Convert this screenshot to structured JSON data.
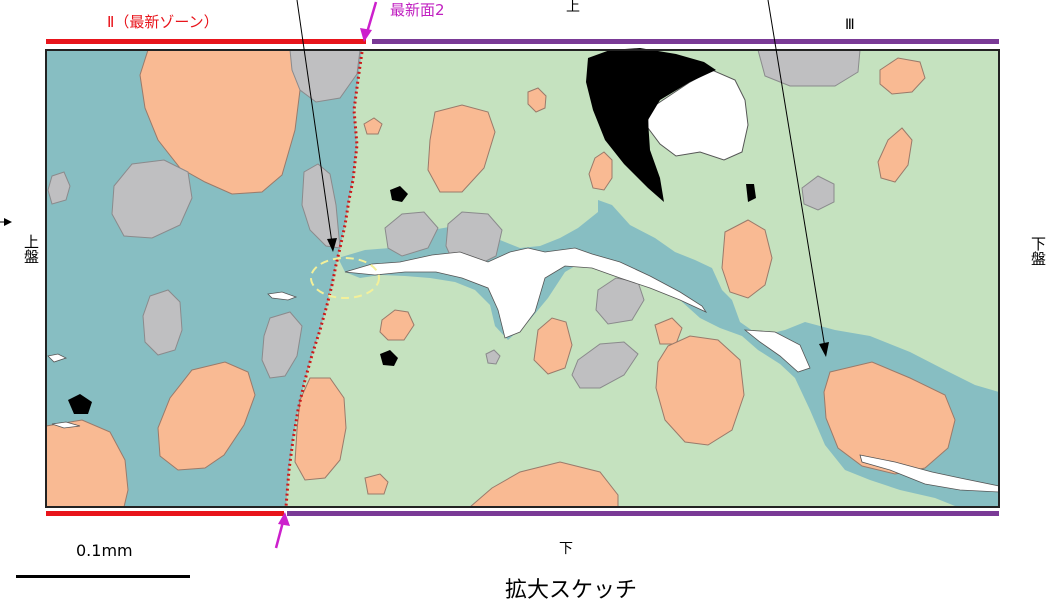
{
  "zone_left_label": "Ⅱ（最新ゾーン）",
  "surface_label": "最新面2",
  "top_label": "上",
  "zone_right_label": "Ⅲ",
  "left_side_label": "上盤",
  "right_side_label": "下盤",
  "bottom_label": "下",
  "scale_label": "0.1mm",
  "title": "拡大スケッチ",
  "colors": {
    "fault_gouge": "#87bec2",
    "matrix": "#c5e2bf",
    "clast_orange": "#f9ba93",
    "clast_gray": "#bfbfc1",
    "void": "#ffffff",
    "opaque": "#000000",
    "zone_II_bar": "#e8141b",
    "zone_III_bar": "#7a3a96",
    "annotation_magenta": "#cc20cc",
    "boundary_dotted": "#cc1a1a",
    "highlight_ellipse": "#f3f09a"
  }
}
